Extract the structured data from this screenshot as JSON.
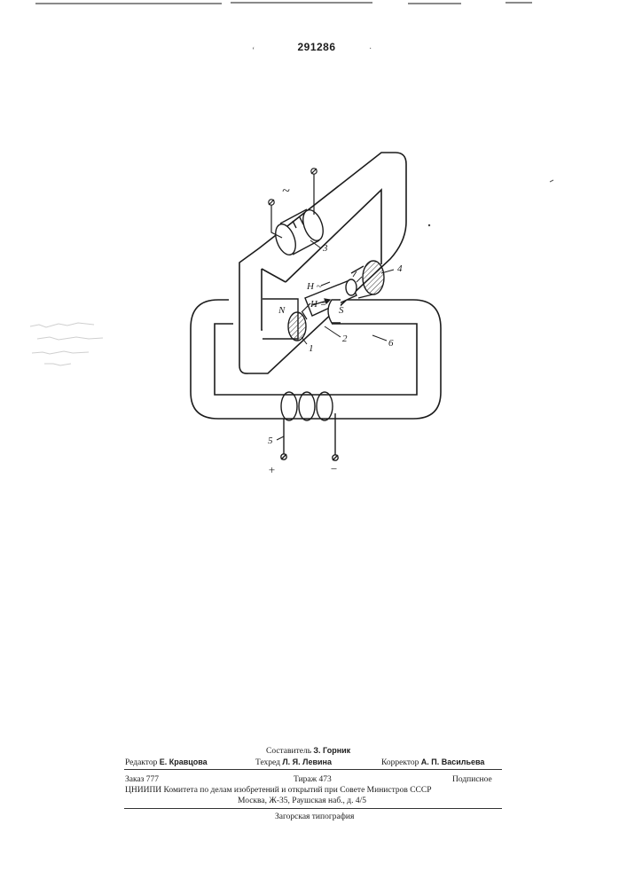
{
  "patent_number": "291286",
  "figure": {
    "labels": {
      "part1": "1",
      "part2": "2",
      "part3": "3",
      "part4": "4",
      "part5": "5",
      "part6": "6",
      "pole_n": "N",
      "pole_s": "S",
      "field_ac": "H ~",
      "field_dc": "H =",
      "ac_symbol": "~",
      "plus": "+",
      "minus": "−"
    }
  },
  "footer": {
    "compiler_label": "Составитель",
    "compiler_name": "З. Горник",
    "editor_label": "Редактор",
    "editor_name": "Е. Кравцова",
    "techred_label": "Техред",
    "techred_name": "Л. Я. Левина",
    "corrector_label": "Корректор",
    "corrector_name": "А. П. Васильева",
    "order": "Заказ 777",
    "print_run": "Тираж 473",
    "subscription": "Подписное",
    "institute": "ЦНИИПИ Комитета по делам изобретений и открытий при Совете Министров СССР",
    "address": "Москва, Ж-35, Раушская наб., д. 4/5",
    "printer": "Загорская типография"
  }
}
